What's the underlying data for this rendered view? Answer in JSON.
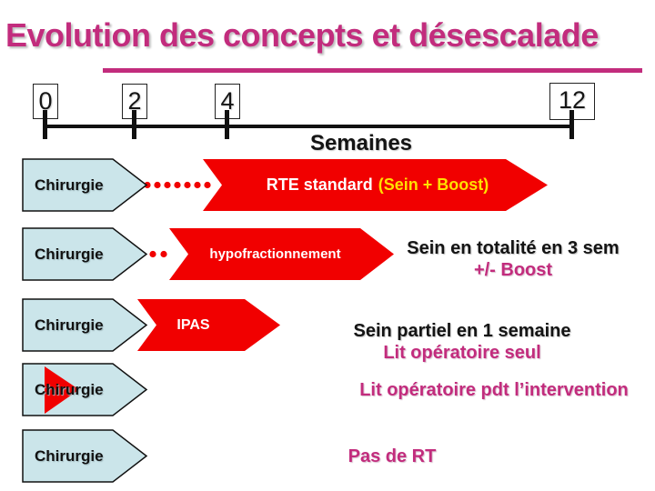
{
  "slide": {
    "title": "Evolution des concepts et désescalade"
  },
  "timeline": {
    "ticks": [
      "0",
      "2",
      "4",
      "12"
    ],
    "axis_label": "Semaines"
  },
  "rows": [
    {
      "surgery_label": "Chirurgie",
      "arrow_label": "RTE standard",
      "arrow_suffix": "(Sein + Boost)"
    },
    {
      "surgery_label": "Chirurgie",
      "arrow_label": "hypofractionnement",
      "note_main": "Sein en totalité en 3 sem",
      "note_accent": "+/- Boost"
    },
    {
      "surgery_label": "Chirurgie",
      "arrow_label": "IPAS",
      "note_main": "Sein partiel en 1 semaine",
      "note_accent": "Lit opératoire seul"
    },
    {
      "surgery_label": "Chirurgie",
      "note_accent": "Lit opératoire pdt l’intervention"
    },
    {
      "surgery_label": "Chirurgie",
      "note_accent": "Pas de RT"
    }
  ],
  "colors": {
    "accent_magenta": "#C22C7D",
    "red": "#F10000",
    "surgery_blue": "#CBE5EA",
    "arrow_text_yellow": "#FFE000",
    "outline_black": "#111111"
  }
}
